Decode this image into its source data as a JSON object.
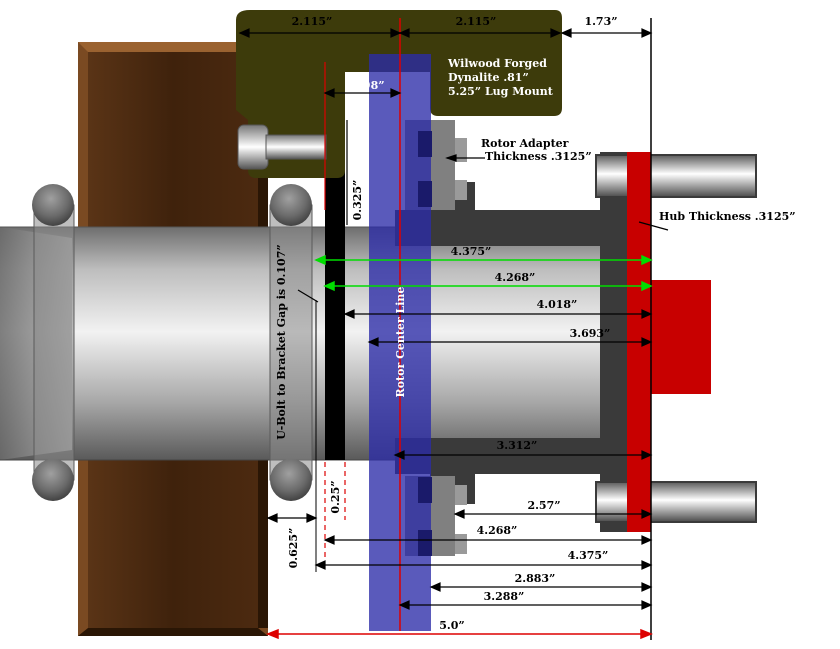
{
  "caliper": {
    "line1": "Wilwood Forged",
    "line2": "Dynalite .81”",
    "line3": "5.25” Lug Mount"
  },
  "labels": {
    "rotor_adapter_1": "Rotor Adapter",
    "rotor_adapter_2": "Thickness .3125”",
    "hub_thickness": "Hub Thickness .3125”",
    "rotor_center_line": "Rotor Center Line",
    "ubolt_gap": "U-Bolt to Bracket Gap is 0.107”"
  },
  "dimensions": {
    "d_2115_left": "2.115”",
    "d_2115_right": "2.115”",
    "d_173": "1.73”",
    "d_098": "0.98”",
    "d_0325": "0.325”",
    "d_4375_top": "4.375”",
    "d_4268_top": "4.268”",
    "d_4018": "4.018”",
    "d_3693": "3.693”",
    "d_3312": "3.312”",
    "d_257": "2.57”",
    "d_025": "0.25”",
    "d_0625": "0.625”",
    "d_4268_bottom": "4.268”",
    "d_4375_bottom": "4.375”",
    "d_2883": "2.883”",
    "d_3288": "3.288”",
    "d_50": "5.0”"
  },
  "colors": {
    "bracket": "#3e2410",
    "caliper": "#3d3b0b",
    "rotor": "#3a3aa8",
    "hub_red": "#c80000",
    "dim_black": "#000000",
    "dim_green": "#00dd00",
    "dim_red": "#dd0000"
  }
}
